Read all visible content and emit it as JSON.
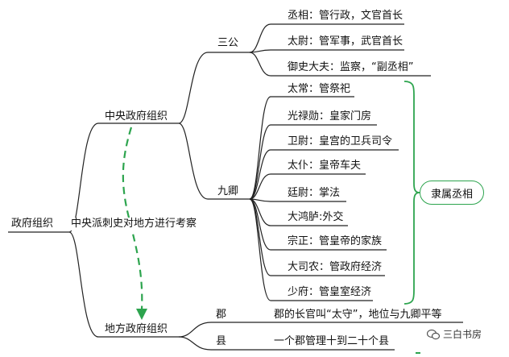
{
  "root": "政府组织",
  "central": {
    "label": "中央政府组织",
    "sangong": {
      "label": "三公",
      "items": [
        "丞相：管行政，文官首长",
        "太尉：管军事，武官首长",
        "御史大夫：监察，“副丞相”"
      ]
    },
    "jiuqing": {
      "label": "九卿",
      "items": [
        "太常：管祭祀",
        "光禄勋：皇家门房",
        "卫尉：皇宫的卫兵司令",
        "太仆：皇帝车夫",
        "廷尉：掌法",
        "大鸿胪:外交",
        "宗正：管皇帝的家族",
        "大司农：管政府经济",
        "少府：管皇室经济"
      ],
      "bracket_label": "隶属丞相"
    }
  },
  "relation_label": "中央派刺史对地方进行考察",
  "local": {
    "label": "地方政府组织",
    "items": [
      {
        "name": "郡",
        "desc": "郡的长官叫“太守”，地位与九卿平等"
      },
      {
        "name": "县",
        "desc": "一个郡管理十到二十个县"
      }
    ]
  },
  "watermark": "三白书房",
  "colors": {
    "line": "#222222",
    "accent": "#2da44e"
  }
}
